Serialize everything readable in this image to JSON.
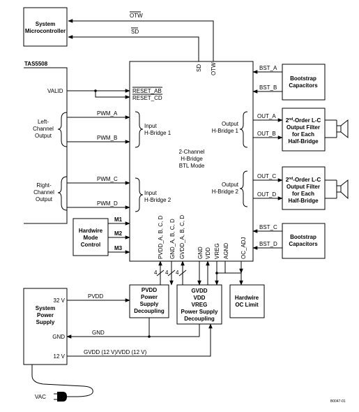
{
  "blocks": {
    "system_microcontroller": [
      "System",
      "Microcontroller"
    ],
    "tas_label": "TAS5508",
    "hardwire_mode_control": [
      "Hardwire",
      "Mode",
      "Control"
    ],
    "bootstrap_top": [
      "Bootstrap",
      "Capacitors"
    ],
    "bootstrap_bottom": [
      "Bootstrap",
      "Capacitors"
    ],
    "filter_top": [
      "Output Filter",
      "for Each",
      "Half-Bridge"
    ],
    "filter_bottom": [
      "Output Filter",
      "for Each",
      "Half-Bridge"
    ],
    "filter_title_prefix": "2",
    "filter_title_sup": "nd",
    "filter_title_suffix": "-Order L-C",
    "pvdd_decoupling": [
      "PVDD",
      "Power",
      "Supply",
      "Decoupling"
    ],
    "gvdd_decoupling": [
      "GVDD",
      "VDD",
      "VREG",
      "Power Supply",
      "Decoupling"
    ],
    "hardwire_oc_limit": [
      "Hardwire",
      "OC Limit"
    ],
    "system_power_supply": [
      "System",
      "Power",
      "Supply"
    ]
  },
  "chip": {
    "input_hb1": [
      "Input",
      "H-Bridge 1"
    ],
    "input_hb2": [
      "Input",
      "H-Bridge 2"
    ],
    "output_hb1": [
      "Output",
      "H-Bridge 1"
    ],
    "output_hb2": [
      "Output",
      "H-Bridge 2"
    ],
    "center": [
      "2-Channel",
      "H-Bridge",
      "BTL Mode"
    ],
    "pins_top": [
      "SD",
      "OTW"
    ],
    "pins_left": [
      "RESET_AB",
      "RESET_CD"
    ],
    "pins_bottom": [
      "PVDD_A, B, C, D",
      "GND_A, B, C, D",
      "GVDD_A, B, C, D",
      "GND",
      "VDD",
      "VREG",
      "AGND",
      "OC_ADJ"
    ]
  },
  "signals": {
    "otw": "OTW",
    "sd": "SD",
    "valid": "VALID",
    "pwm": [
      "PWM_A",
      "PWM_B",
      "PWM_C",
      "PWM_D"
    ],
    "m": [
      "M1",
      "M2",
      "M3"
    ],
    "bst": [
      "BST_A",
      "BST_B",
      "BST_C",
      "BST_D"
    ],
    "out": [
      "OUT_A",
      "OUT_B",
      "OUT_C",
      "OUT_D"
    ],
    "left_channel": [
      "Left-",
      "Channel",
      "Output"
    ],
    "right_channel": [
      "Right-",
      "Channel",
      "Output"
    ],
    "bus_count": [
      "4",
      "4",
      "4"
    ],
    "v32": "32 V",
    "pvdd": "PVDD",
    "gnd_ps": "GND",
    "gnd_line": "GND",
    "v12": "12 V",
    "gvdd_line": "GVDD (12 V)/VDD (12 V)",
    "vac": "VAC",
    "figure_id": "B0047-01"
  }
}
